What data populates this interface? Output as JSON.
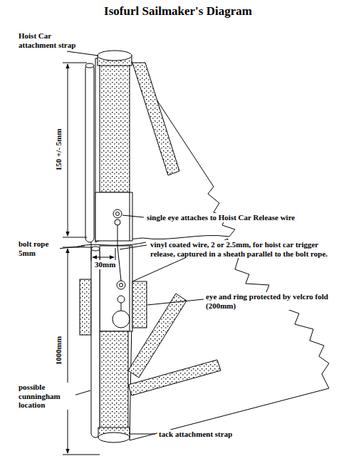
{
  "diagram": {
    "title": "Isofurl Sailmaker's Diagram",
    "labels": [
      "Hoist Car attachment strap",
      "150 +/- 5mm",
      "single eye attaches to Hoist Car Release wire",
      "vinyl coated wire, 2 or 2.5mm, for hoist car trigger release, captured in a sheath parallel to the bolt rope.",
      "bolt rope 5mm",
      "30mm",
      "eye and ring protected by velcro fold (200mm)",
      "1000mm",
      "possible cunningham location",
      "tack attachment strap"
    ]
  }
}
